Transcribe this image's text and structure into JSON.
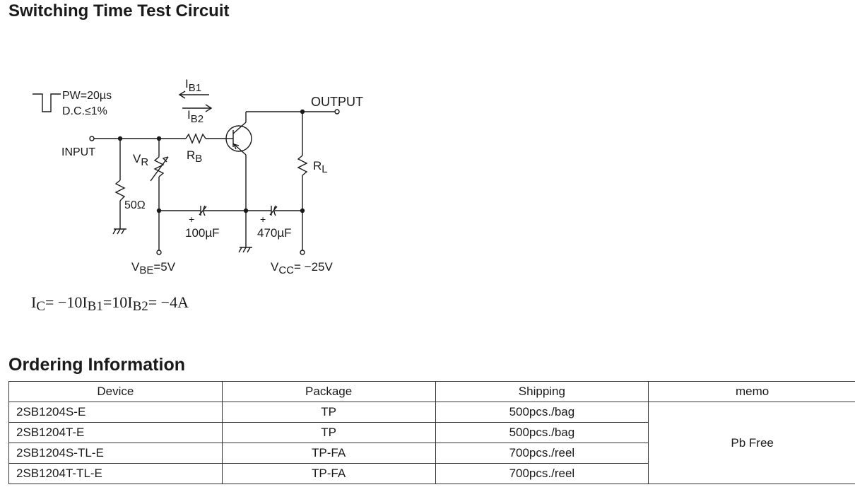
{
  "headings": {
    "switching": "Switching Time Test Circuit",
    "ordering": "Ordering Information"
  },
  "circuit": {
    "pulse": {
      "pw": "PW=20µs",
      "dc": "D.C.≤1%"
    },
    "input_label": "INPUT",
    "output_label": "OUTPUT",
    "ib1": {
      "main": "I",
      "sub": "B1"
    },
    "ib2": {
      "main": "I",
      "sub": "B2"
    },
    "rb": {
      "main": "R",
      "sub": "B"
    },
    "vr": {
      "main": "V",
      "sub": "R"
    },
    "rl": {
      "main": "R",
      "sub": "L"
    },
    "r50": "50Ω",
    "c1": {
      "plus": "+",
      "value": "100µF"
    },
    "c2": {
      "plus": "+",
      "value": "470µF"
    },
    "vbe": {
      "main": "V",
      "sub": "BE",
      "rest": "=5V"
    },
    "vcc": {
      "main": "V",
      "sub": "CC",
      "rest": "= −25V"
    },
    "equation": {
      "ic": "I",
      "ic_sub": "C",
      "mid1": "= −10I",
      "ib1_sub": "B1",
      "mid2": "=10I",
      "ib2_sub": "B2",
      "end": "= −4A"
    }
  },
  "ordering": {
    "headers": [
      "Device",
      "Package",
      "Shipping",
      "memo"
    ],
    "rows": [
      {
        "device": "2SB1204S-E",
        "package": "TP",
        "shipping": "500pcs./bag"
      },
      {
        "device": "2SB1204T-E",
        "package": "TP",
        "shipping": "500pcs./bag"
      },
      {
        "device": "2SB1204S-TL-E",
        "package": "TP-FA",
        "shipping": "700pcs./reel"
      },
      {
        "device": "2SB1204T-TL-E",
        "package": "TP-FA",
        "shipping": "700pcs./reel"
      }
    ],
    "memo": "Pb Free"
  }
}
